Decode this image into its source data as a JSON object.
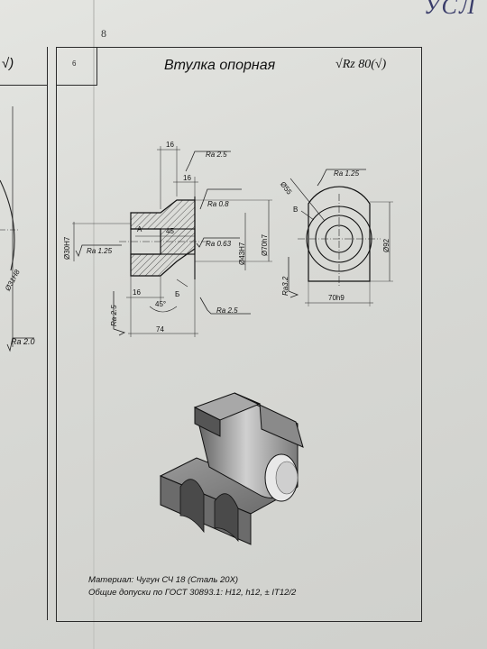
{
  "document": {
    "page_number": "8",
    "cell_number": "6",
    "corner_text": "УСЛ",
    "title": "Втулка опорная",
    "general_roughness": "Rz 80(√)"
  },
  "left_fragment": {
    "roughness_top": "√)",
    "dimension": "Ø31H8",
    "roughness_bottom": "Ra 2.0"
  },
  "section_view": {
    "dims": {
      "d16_top": "16",
      "d16_mid": "16",
      "d16_bottom": "16",
      "d45": "45",
      "d74": "74",
      "angle": "45°",
      "bore": "Ø30H7",
      "shaft": "Ø70h7",
      "groove": "Ø43H7"
    },
    "roughness": {
      "r1": "Ra 2.5",
      "r2": "Ra 0.8",
      "r3": "Ra 0.63",
      "r4": "Ra 1.25",
      "r5": "Ra 2.5",
      "r6": "Ra 2.5"
    },
    "markers": {
      "a": "А",
      "b": "Б"
    }
  },
  "end_view": {
    "dims": {
      "d55": "Ø55",
      "d92": "Ø92",
      "w70": "70h9"
    },
    "roughness": {
      "r1": "Ra 1.25",
      "r2": "Ra3.2"
    },
    "marker": "В"
  },
  "notes": {
    "material": "Материал: Чугун СЧ 18 (Сталь 20Х)",
    "tolerances": "Общие допуски по ГОСТ 30893.1: Н12, h12, ± IT12/2"
  }
}
